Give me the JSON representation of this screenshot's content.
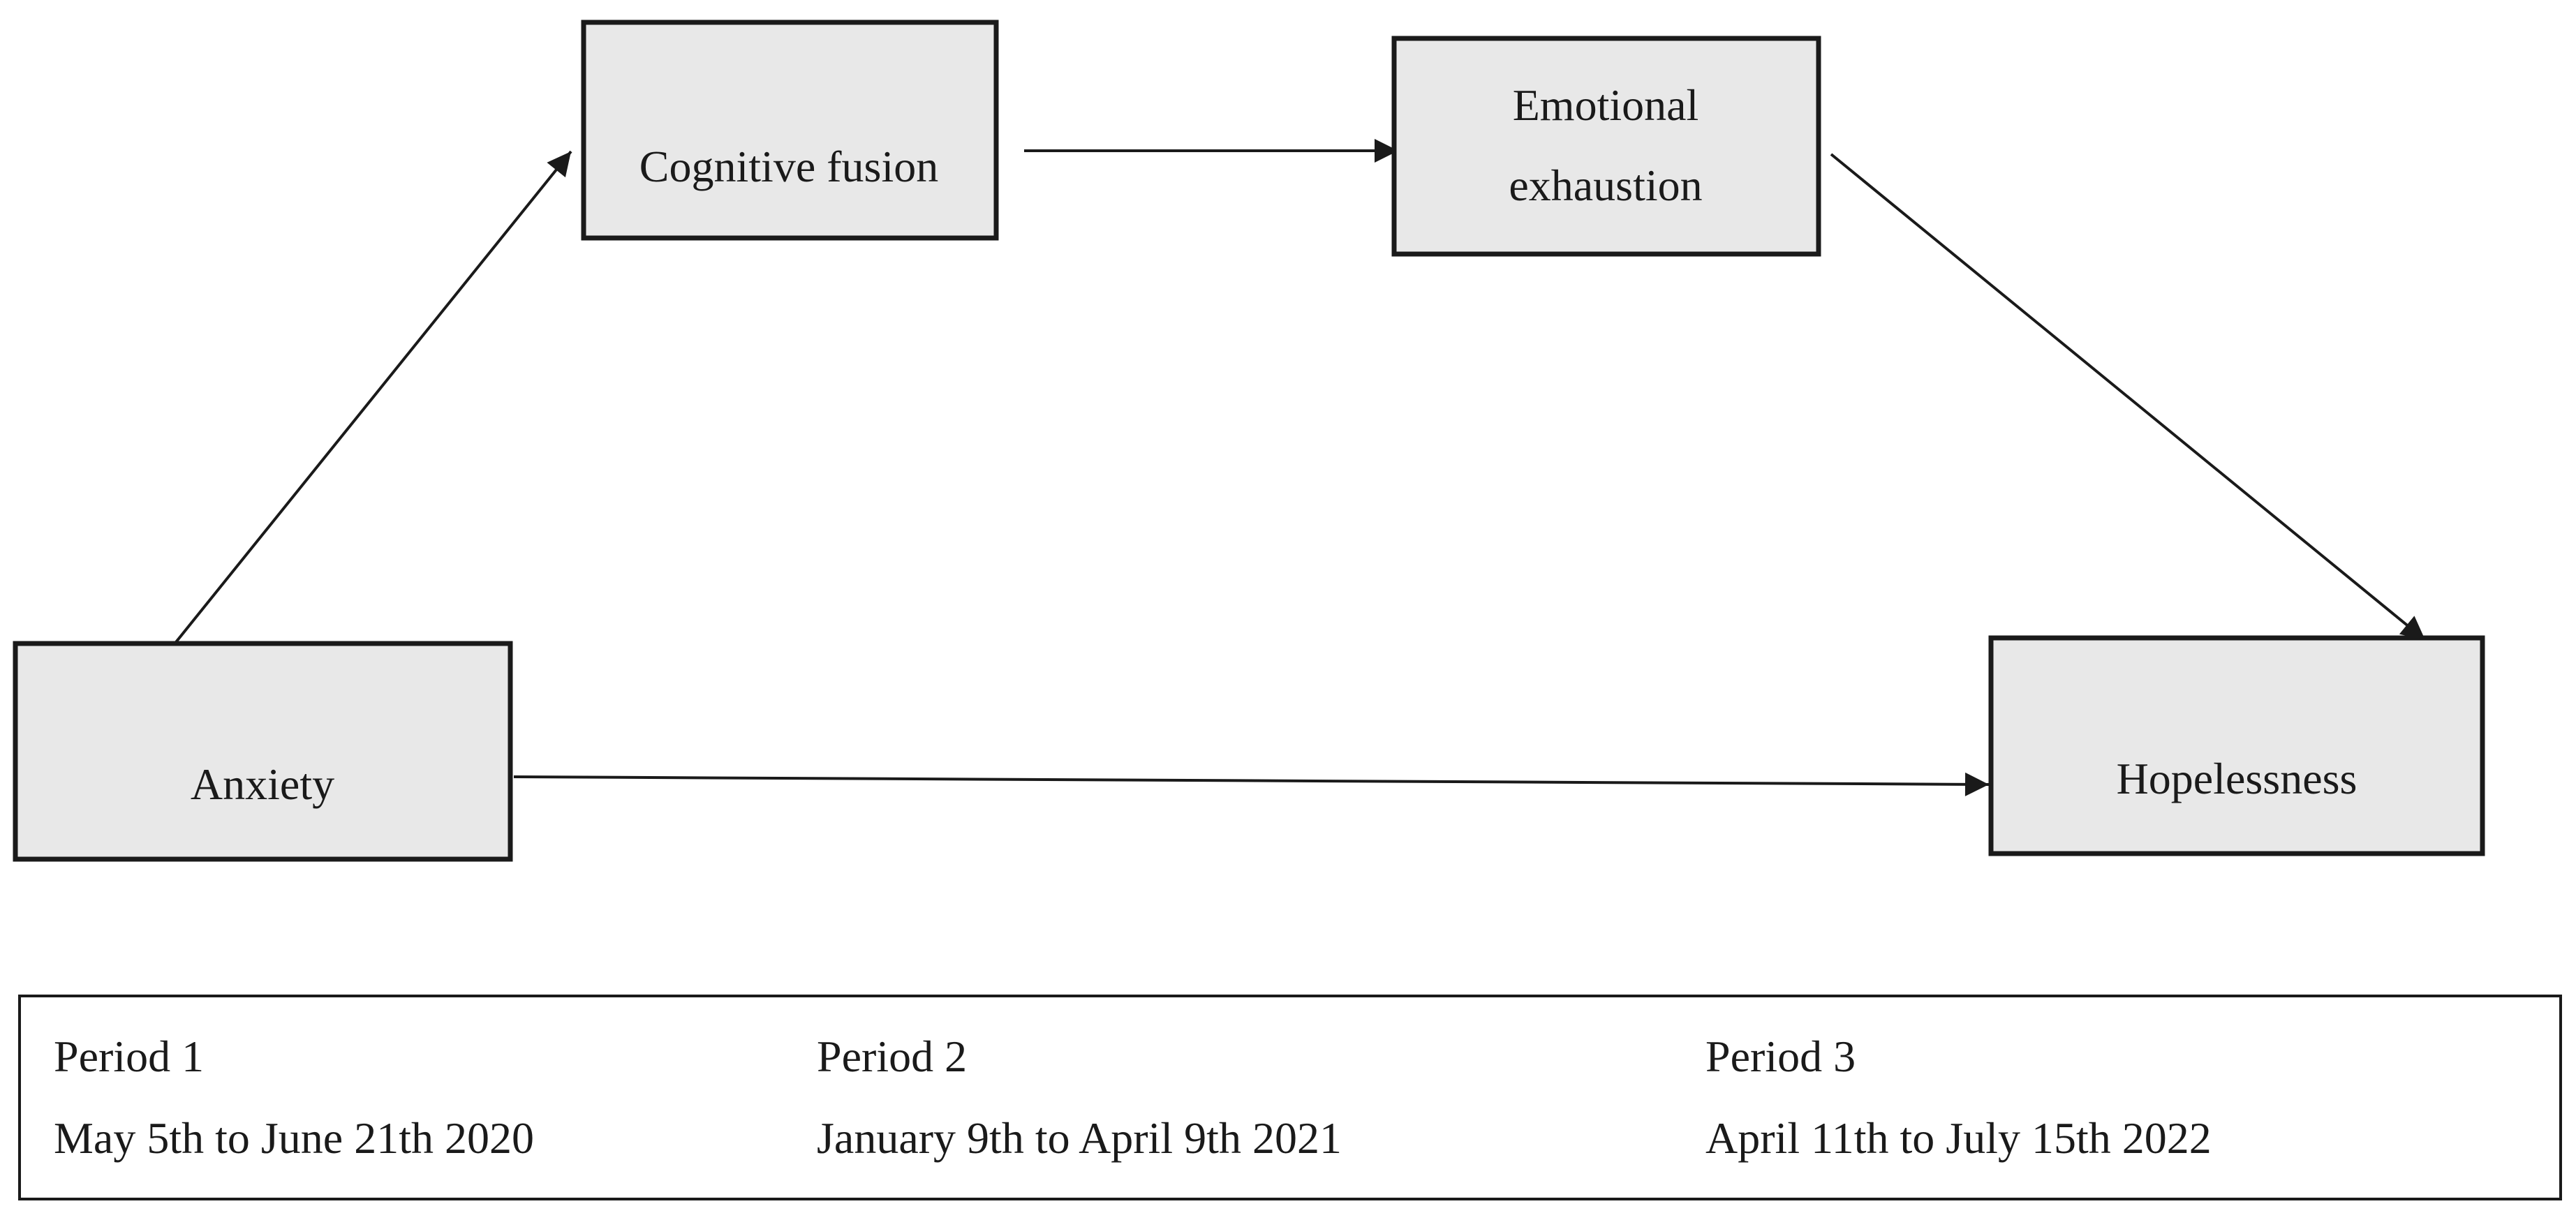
{
  "nodes": {
    "anxiety": {
      "label": "Anxiety"
    },
    "cognitive_fusion": {
      "label": "Cognitive fusion"
    },
    "emotional_exhaustion": {
      "label_line1": "Emotional",
      "label_line2": "exhaustion"
    },
    "hopelessness": {
      "label": "Hopelessness"
    }
  },
  "edges": [
    {
      "from": "Anxiety",
      "to": "Cognitive fusion"
    },
    {
      "from": "Cognitive fusion",
      "to": "Emotional exhaustion"
    },
    {
      "from": "Emotional exhaustion",
      "to": "Hopelessness"
    },
    {
      "from": "Anxiety",
      "to": "Hopelessness"
    }
  ],
  "periods": [
    {
      "title": "Period 1",
      "dates": "May 5th to June 21th 2020"
    },
    {
      "title": "Period 2",
      "dates": "January 9th to April 9th 2021"
    },
    {
      "title": "Period 3",
      "dates": "April 11th to July 15th 2022"
    }
  ],
  "colors": {
    "node_fill": "#e8e8e8",
    "stroke": "#1a1a1a",
    "background": "#ffffff"
  }
}
